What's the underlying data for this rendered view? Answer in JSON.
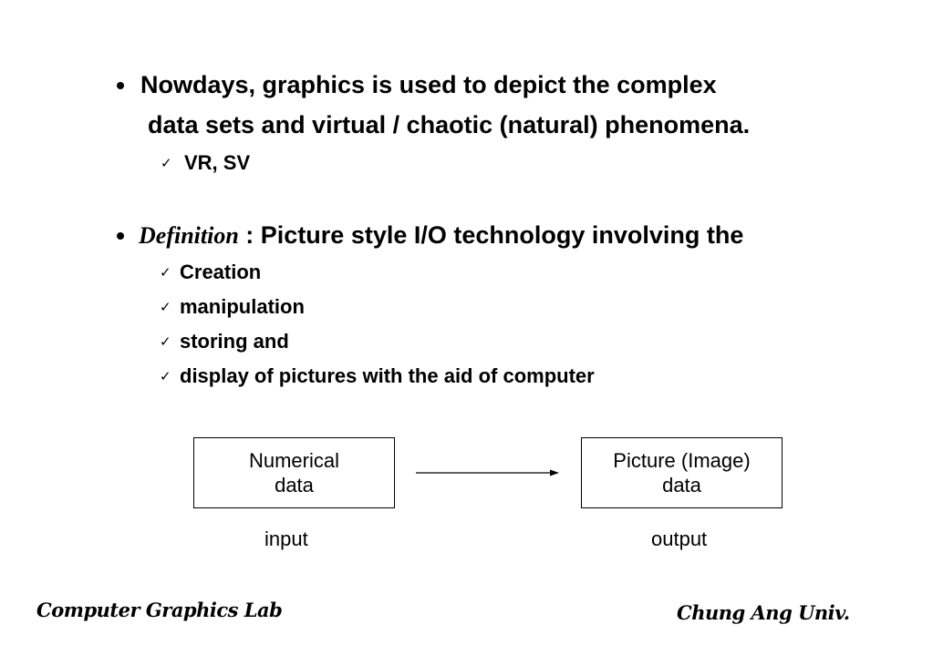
{
  "bullets": [
    {
      "line1": "Nowdays, graphics is used to depict the complex",
      "line2": "data sets and virtual / chaotic (natural) phenomena.",
      "items": [
        "VR, SV"
      ]
    },
    {
      "term": "Definition",
      "rest": " : Picture style I/O technology involving the",
      "items": [
        "Creation",
        "manipulation",
        "storing and",
        "display of pictures with the aid of computer"
      ]
    }
  ],
  "check_symbol": "✓",
  "diagram": {
    "input_box": {
      "line1": "Numerical",
      "line2": "data"
    },
    "output_box": {
      "line1": "Picture (Image)",
      "line2": "data"
    },
    "input_label": "input",
    "output_label": "output"
  },
  "footer": {
    "left": "Computer Graphics Lab",
    "right": "Chung Ang Univ."
  }
}
